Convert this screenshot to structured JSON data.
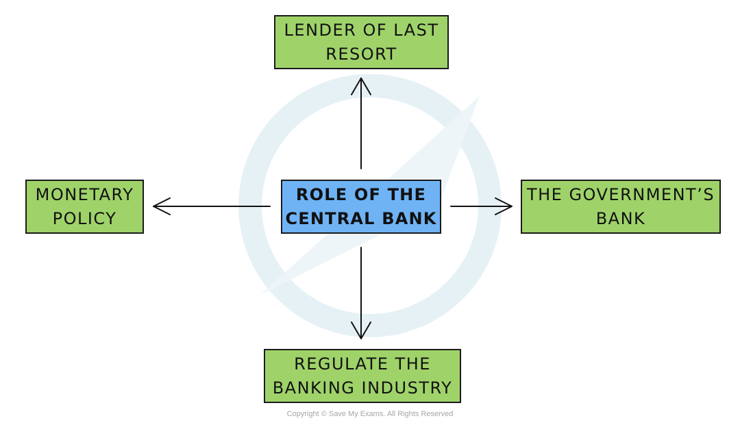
{
  "center": {
    "line1": "ROLE OF THE",
    "line2": "CENTRAL BANK"
  },
  "roles": {
    "top": {
      "line1": "LENDER OF LAST",
      "line2": "RESORT"
    },
    "left": {
      "line1": "MONETARY",
      "line2": "POLICY"
    },
    "right": {
      "line1": "THE GOVERNMENT’S",
      "line2": "BANK"
    },
    "bottom": {
      "line1": "REGULATE THE",
      "line2": "BANKING INDUSTRY"
    }
  },
  "footer": {
    "copyright": "Copyright © Save My Exams. All Rights Reserved"
  },
  "colors": {
    "role_box": "#9fd36a",
    "center_box": "#6fb3f5",
    "border": "#1a1a1a",
    "watermark": "#e6f1f6"
  },
  "icons": {
    "watermark": "save-my-exams-logo-watermark"
  }
}
